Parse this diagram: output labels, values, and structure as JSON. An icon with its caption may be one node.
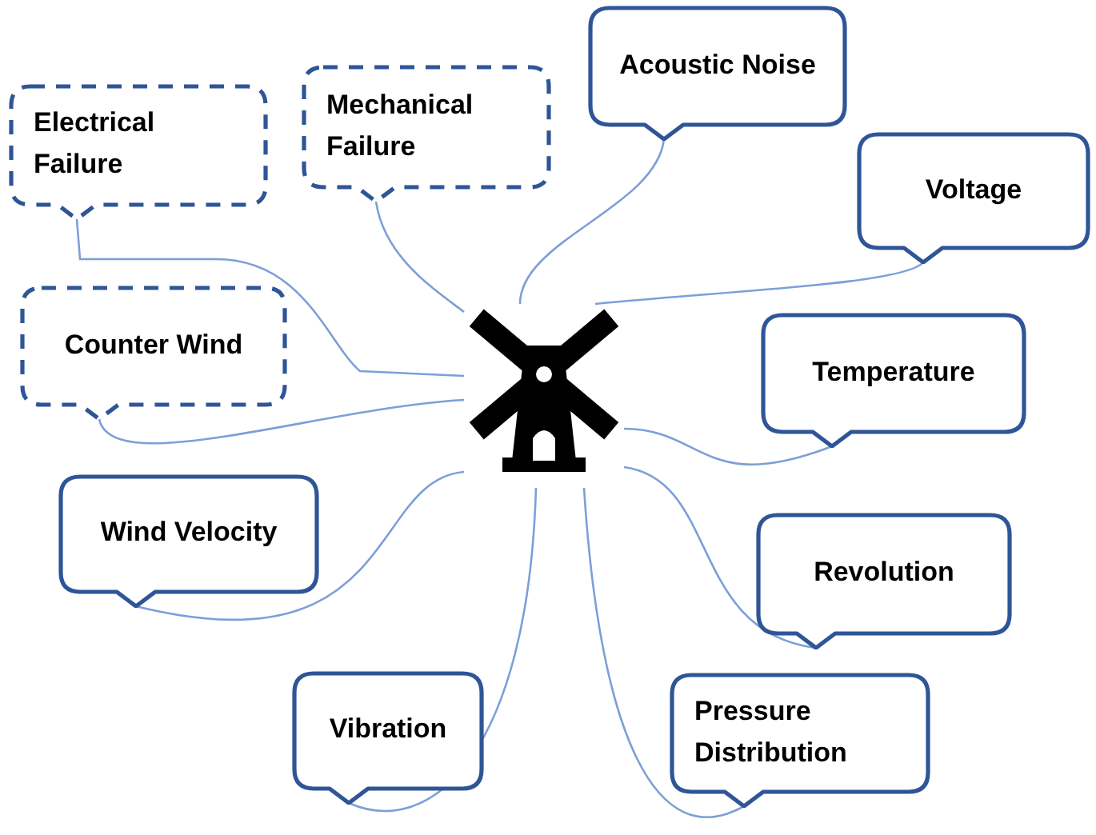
{
  "diagram": {
    "nodes": [
      {
        "text": [],
        "shape": "picture"
      },
      {
        "text": [
          "Electrical Failure"
        ]
      },
      {
        "text": [
          "Mechanical Failure"
        ]
      },
      {
        "text": [
          "Acoustic Noise"
        ]
      },
      {
        "text": [
          "Voltage"
        ]
      },
      {
        "text": [
          "Counter Wind"
        ]
      },
      {
        "text": [
          "Temperature"
        ]
      },
      {
        "text": [
          "Wind Velocity"
        ]
      },
      {
        "text": [
          "Revolution"
        ]
      },
      {
        "text": [
          "Vibration"
        ]
      },
      {
        "text": [
          "Pressure Distribution"
        ]
      }
    ],
    "edges": [
      {
        "from": 0,
        "to": 1,
        "arrow": "none"
      },
      {
        "from": 0,
        "to": 2,
        "arrow": "none"
      },
      {
        "from": 0,
        "to": 3,
        "arrow": "none"
      },
      {
        "from": 0,
        "to": 4,
        "arrow": "none"
      },
      {
        "from": 0,
        "to": 5,
        "arrow": "none"
      },
      {
        "from": 0,
        "to": 6,
        "arrow": "none"
      },
      {
        "from": 0,
        "to": 7,
        "arrow": "none"
      },
      {
        "from": 0,
        "to": 8,
        "arrow": "none"
      },
      {
        "from": 0,
        "to": 9,
        "arrow": "none"
      },
      {
        "from": 0,
        "to": 10,
        "arrow": "none"
      }
    ]
  }
}
